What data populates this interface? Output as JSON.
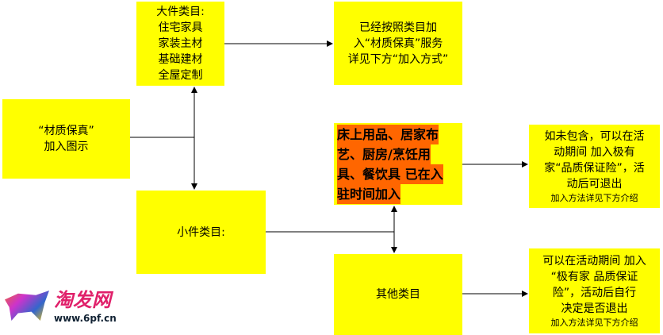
{
  "large": {
    "title": "大件类目:",
    "items": [
      "住宅家具",
      "家装主材",
      "基础建材",
      "全屋定制"
    ]
  },
  "joined": {
    "lines": [
      "已经按照类目加",
      "入“材质保真”服务",
      "详见下方“加入方式”"
    ]
  },
  "root": {
    "lines": [
      "“材质保真”",
      "加入图示"
    ]
  },
  "bedding": {
    "lines": [
      "床上用品、居家布",
      "艺、厨房/烹饪用",
      "具、餐饮具 已在入",
      "驻时间加入"
    ]
  },
  "not_included": {
    "lines": [
      "如未包含，可以在活",
      "动期间 加入极有",
      "家“品质保证险”，活",
      "动后可退出"
    ],
    "note": "加入方法详见下方介绍"
  },
  "small": {
    "title": "小件类目:"
  },
  "other": {
    "title": "其他类目"
  },
  "other_action": {
    "lines": [
      "可以在活动期间 加入",
      "“极有家 品质保证",
      "险”，活动后自行",
      "决定是否退出"
    ],
    "note": "加入方法详见下方介绍"
  },
  "watermark": {
    "text": "淘发网",
    "url": "www.6pf.cn"
  },
  "colors": {
    "box": "#ffff00",
    "highlight": "#ff6600"
  }
}
